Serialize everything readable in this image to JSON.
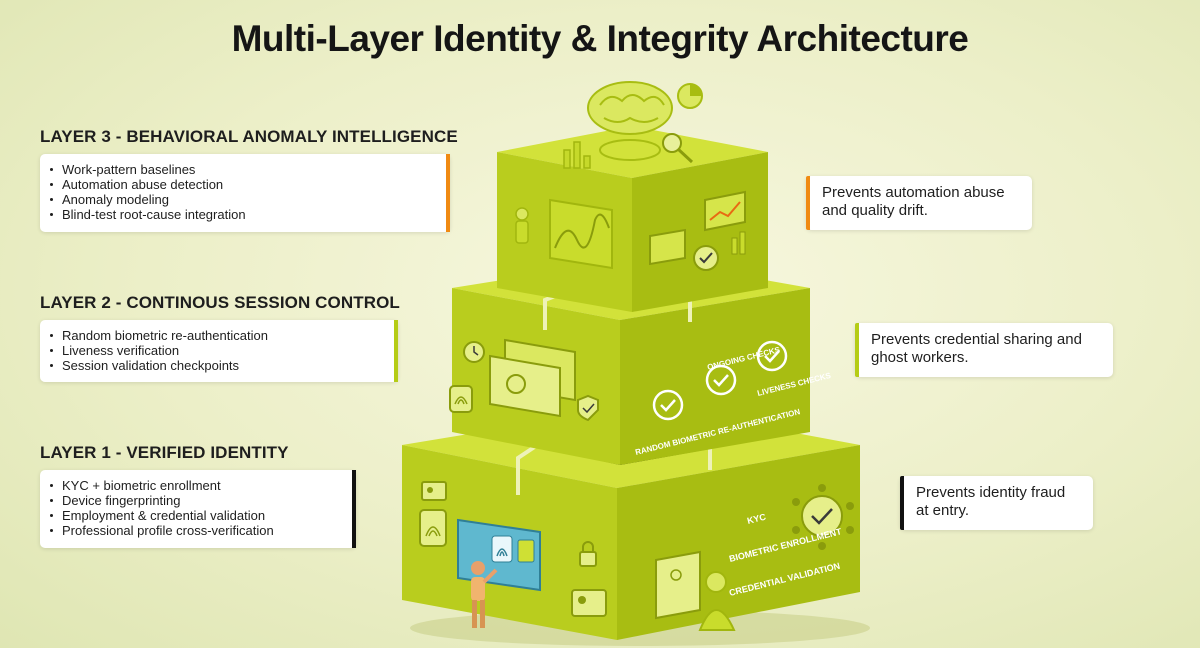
{
  "title": "Multi-Layer Identity & Integrity Architecture",
  "layers": [
    {
      "heading": "LAYER 3 - BEHAVIORAL ANOMALY INTELLIGENCE",
      "items": [
        "Work-pattern baselines",
        "Automation abuse detection",
        "Anomaly modeling",
        "Blind-test root-cause integration"
      ],
      "note": "Prevents automation abuse and quality drift.",
      "accent": "#f08a12"
    },
    {
      "heading": "LAYER 2 - CONTINOUS SESSION CONTROL",
      "items": [
        "Random biometric re-authentication",
        "Liveness verification",
        "Session validation checkpoints"
      ],
      "note": "Prevents credential sharing and ghost workers.",
      "accent": "#b5cc16"
    },
    {
      "heading": "LAYER 1 - VERIFIED IDENTITY",
      "items": [
        "KYC + biometric enrollment",
        "Device fingerprinting",
        "Employment & credential validation",
        "Professional profile cross-verification"
      ],
      "note": "Prevents identity fraud at entry.",
      "accent": "#111111"
    }
  ],
  "block_labels": {
    "layer2": [
      "ONGOING CHECKS",
      "LIVENESS CHECKS",
      "RANDOM BIOMETRIC RE-AUTHENTICATION"
    ],
    "layer1": [
      "KYC",
      "BIOMETRIC ENROLLMENT",
      "CREDENTIAL VALIDATION"
    ]
  },
  "colors": {
    "block_top": "#cfe034",
    "block_left": "#b8cc1c",
    "block_right": "#a6bb10",
    "shadow": "#2a2a22"
  }
}
